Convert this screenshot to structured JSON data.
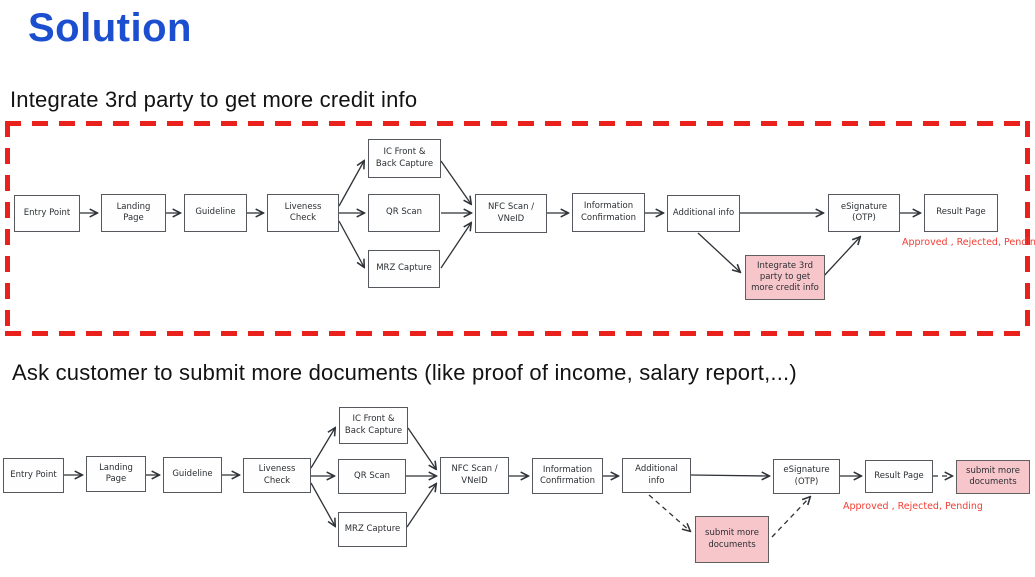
{
  "slide": {
    "title": "Solution"
  },
  "colors": {
    "accent_blue": "#1c4ed0",
    "alert_red_dash": "#e8211c",
    "status_red": "#f23d33",
    "highlight_pink": "#f7c6ca"
  },
  "sections": [
    {
      "heading": "Integrate 3rd party to get more credit info",
      "framed_in_red_dash": true,
      "status_text": "Approved , Rejected, Pending",
      "nodes": [
        {
          "label": "Entry Point"
        },
        {
          "label": "Landing Page"
        },
        {
          "label": "Guideline"
        },
        {
          "label": "Liveness Check"
        },
        {
          "label": "IC Front & Back Capture"
        },
        {
          "label": "QR Scan"
        },
        {
          "label": "MRZ Capture"
        },
        {
          "label": "NFC Scan / VNeID"
        },
        {
          "label": "Information Confirmation"
        },
        {
          "label": "Additional info"
        },
        {
          "label": "eSignature (OTP)"
        },
        {
          "label": "Result Page"
        },
        {
          "label": "Integrate 3rd party to get more credit info",
          "type": "highlight"
        }
      ]
    },
    {
      "heading": "Ask customer to submit more documents (like proof of income, salary report,...)",
      "framed_in_red_dash": false,
      "status_text": "Approved , Rejected, Pending",
      "nodes": [
        {
          "label": "Entry Point"
        },
        {
          "label": "Landing Page"
        },
        {
          "label": "Guideline"
        },
        {
          "label": "Liveness Check"
        },
        {
          "label": "IC Front & Back Capture"
        },
        {
          "label": "QR Scan"
        },
        {
          "label": "MRZ Capture"
        },
        {
          "label": "NFC Scan / VNeID"
        },
        {
          "label": "Information Confirmation"
        },
        {
          "label": "Additional info"
        },
        {
          "label": "eSignature (OTP)"
        },
        {
          "label": "Result Page"
        },
        {
          "label": "submit more documents",
          "type": "highlight"
        },
        {
          "label": "submit more documents",
          "type": "highlight"
        }
      ]
    }
  ]
}
